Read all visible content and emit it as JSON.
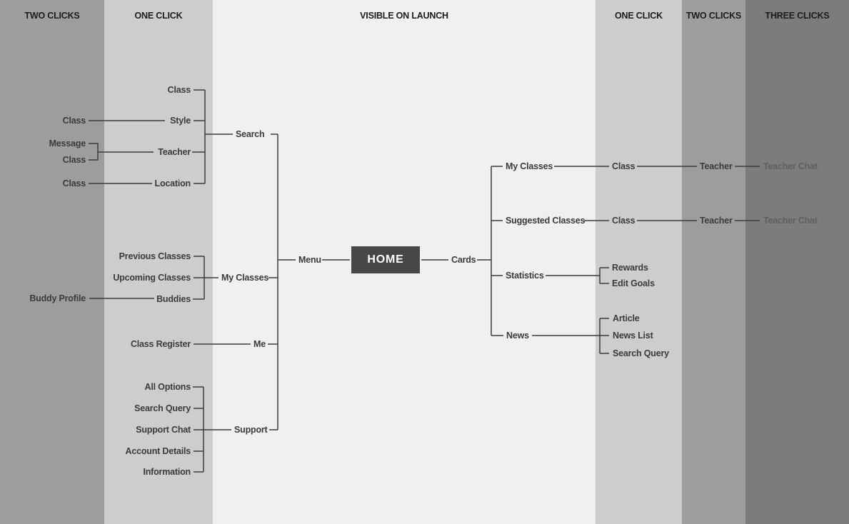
{
  "headers": {
    "left_two_clicks": "TWO CLICKS",
    "left_one_click": "ONE CLICK",
    "visible_on_launch": "VISIBLE ON LAUNCH",
    "right_one_click": "ONE CLICK",
    "right_two_clicks": "TWO CLICKS",
    "right_three_clicks": "THREE CLICKS"
  },
  "home": {
    "label": "HOME"
  },
  "menu_branch": {
    "menu_label": "Menu",
    "search": {
      "label": "Search",
      "children": {
        "class": "Class",
        "style": "Style",
        "teacher": "Teacher",
        "location": "Location"
      },
      "grandchildren": {
        "style_class": "Class",
        "teacher_message": "Message",
        "teacher_class": "Class",
        "location_class": "Class"
      }
    },
    "my_classes": {
      "label": "My Classes",
      "children": {
        "previous_classes": "Previous Classes",
        "upcoming_classes": "Upcoming Classes",
        "buddies": "Buddies"
      },
      "grandchildren": {
        "buddy_profile": "Buddy Profile"
      }
    },
    "me": {
      "label": "Me",
      "children": {
        "class_register": "Class Register"
      }
    },
    "support": {
      "label": "Support",
      "children": {
        "all_options": "All Options",
        "search_query": "Search Query",
        "support_chat": "Support Chat",
        "account_details": "Account Details",
        "information": "Information"
      }
    }
  },
  "cards_branch": {
    "cards_label": "Cards",
    "my_classes": {
      "label": "My Classes",
      "child_class": "Class",
      "grandchild_teacher": "Teacher",
      "great_grandchild_teacher_chat": "Teacher Chat"
    },
    "suggested_classes": {
      "label": "Suggested Classes",
      "child_class": "Class",
      "grandchild_teacher": "Teacher",
      "great_grandchild_teacher_chat": "Teacher Chat"
    },
    "statistics": {
      "label": "Statistics",
      "children": {
        "rewards": "Rewards",
        "edit_goals": "Edit Goals"
      }
    },
    "news": {
      "label": "News",
      "children": {
        "article": "Article",
        "news_list": "News List",
        "search_query": "Search Query"
      }
    }
  },
  "colors": {
    "column_two_clicks": "#9d9d9c",
    "column_one_click": "#cdcdcc",
    "column_visible_on_launch": "#f1f0ee",
    "column_three_clicks": "#7b7c7b",
    "connector_line": "#3c3c3c",
    "node_text": "#3b3b3b",
    "faded_node_text": "#5f5f5f",
    "header_text": "#1c1c1c",
    "home_background": "#474747",
    "home_text": "#ffffff"
  }
}
